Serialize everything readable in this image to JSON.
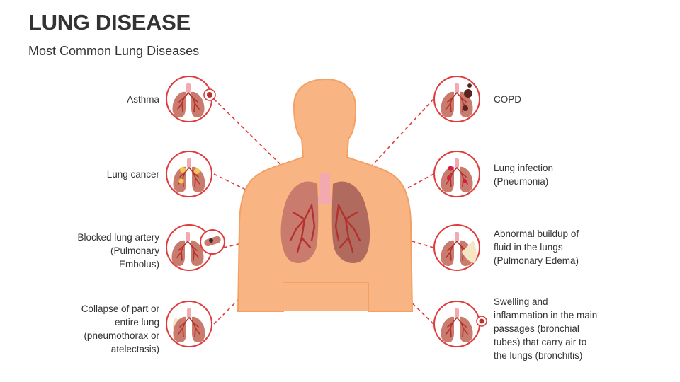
{
  "header": {
    "title": "LUNG DISEASE",
    "subtitle": "Most Common Lung Diseases"
  },
  "colors": {
    "accent": "#e03b3b",
    "body": "#f9b483",
    "lung": "#c97b6e",
    "bronchi": "#b5312d",
    "trachea": "#f2a9b0"
  },
  "diseases": {
    "left": [
      {
        "lines": [
          "Asthma"
        ]
      },
      {
        "lines": [
          "Lung cancer"
        ]
      },
      {
        "lines": [
          "Blocked lung artery",
          "(Pulmonary",
          "Embolus)"
        ]
      },
      {
        "lines": [
          "Collapse of part or",
          "entire lung",
          "(pneumothorax or",
          "atelectasis)"
        ]
      }
    ],
    "right": [
      {
        "lines": [
          "COPD"
        ]
      },
      {
        "lines": [
          "Lung infection",
          "(Pneumonia)"
        ]
      },
      {
        "lines": [
          "Abnormal buildup of",
          "fluid in the lungs",
          "(Pulmonary Edema)"
        ]
      },
      {
        "lines": [
          "Swelling and",
          "inflammation in the main",
          "passages (bronchial",
          "tubes) that carry air to",
          "the lungs (bronchitis)"
        ]
      }
    ]
  }
}
